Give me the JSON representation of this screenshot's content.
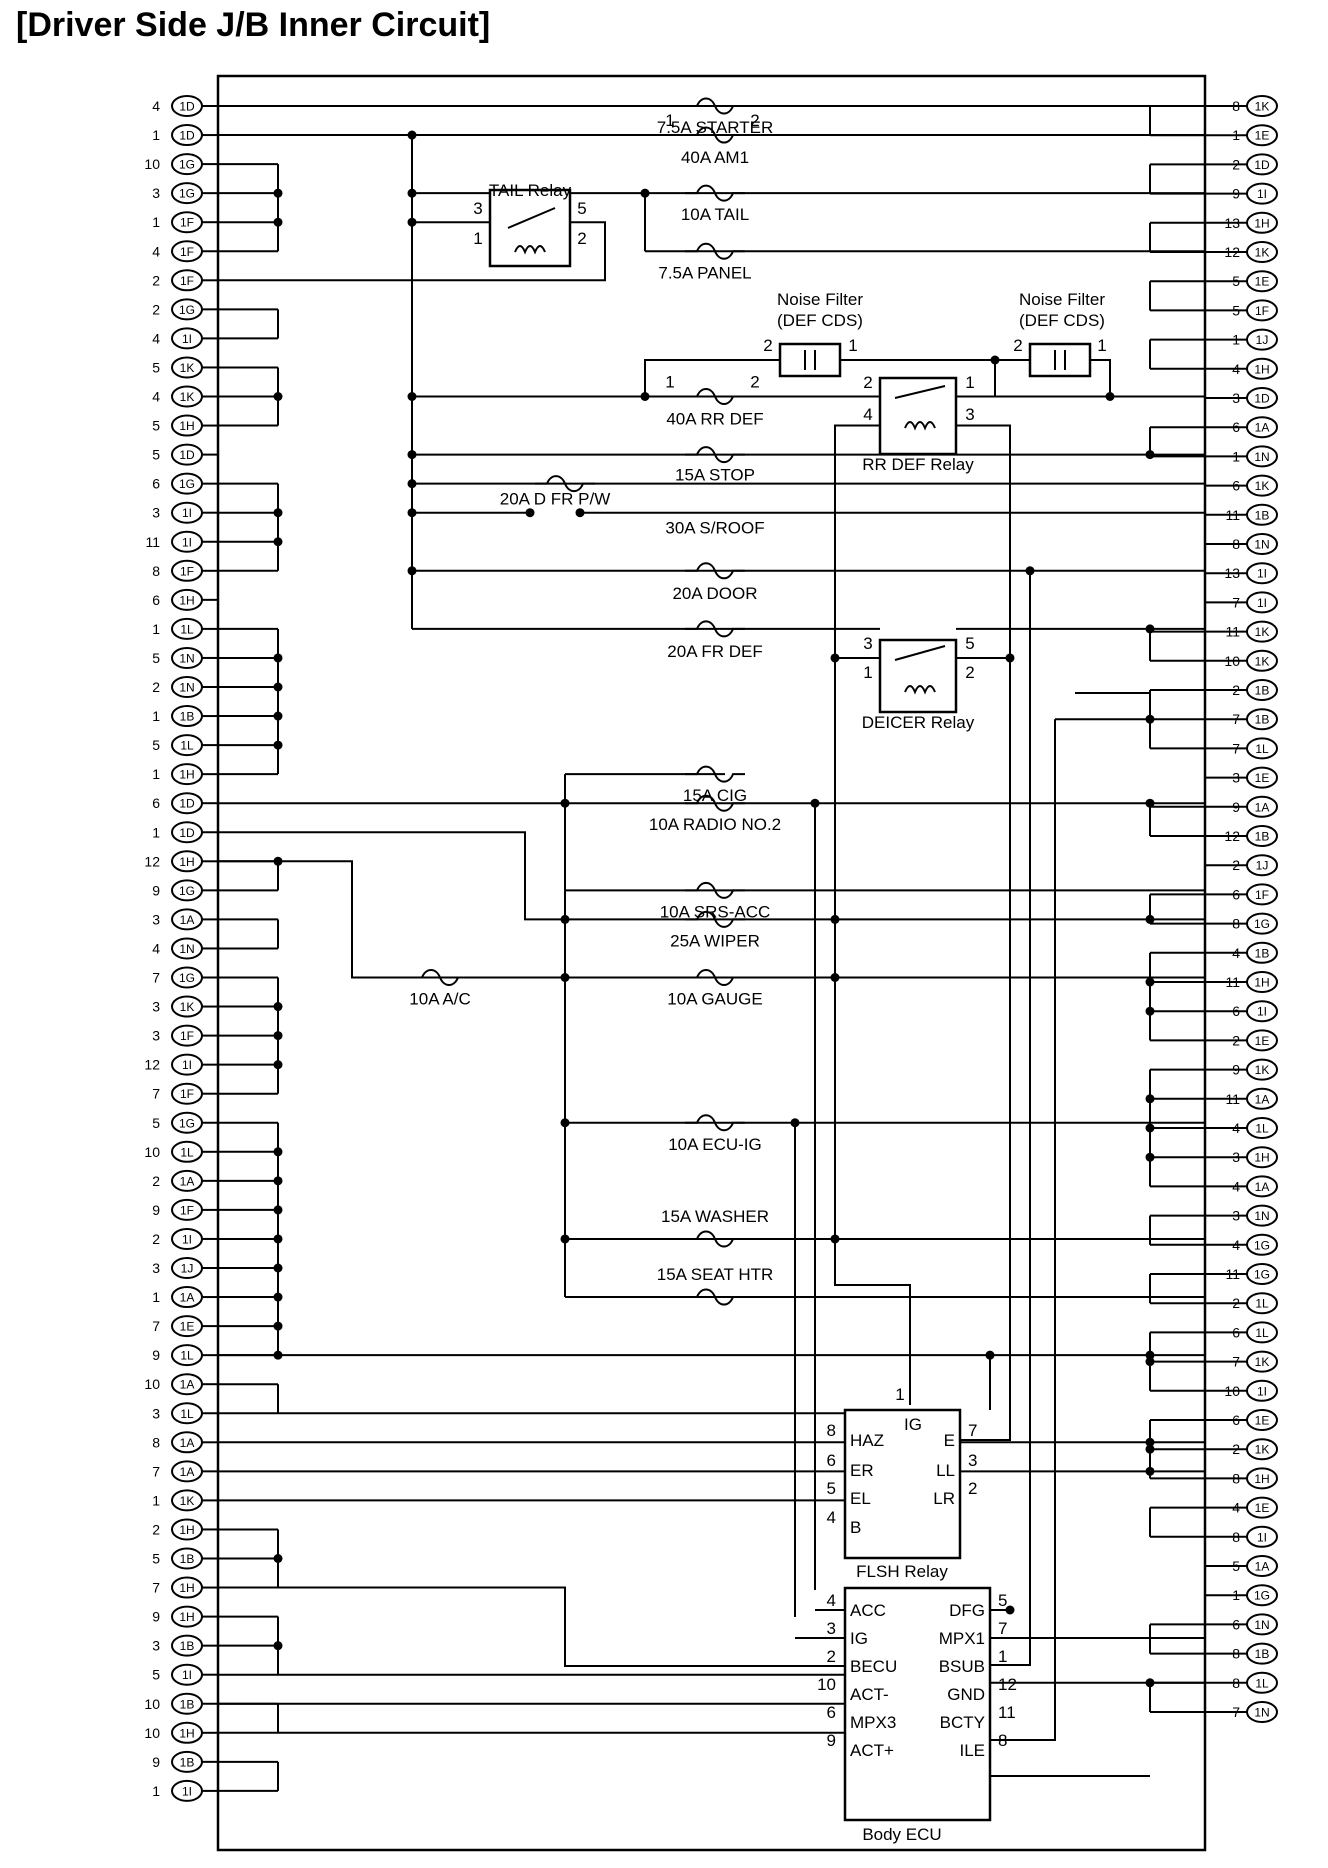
{
  "title": "[Driver Side J/B Inner Circuit]",
  "left_pins": [
    {
      "num": "4",
      "conn": "1D"
    },
    {
      "num": "1",
      "conn": "1D"
    },
    {
      "num": "10",
      "conn": "1G"
    },
    {
      "num": "3",
      "conn": "1G"
    },
    {
      "num": "1",
      "conn": "1F"
    },
    {
      "num": "4",
      "conn": "1F"
    },
    {
      "num": "2",
      "conn": "1F"
    },
    {
      "num": "2",
      "conn": "1G"
    },
    {
      "num": "4",
      "conn": "1I"
    },
    {
      "num": "5",
      "conn": "1K"
    },
    {
      "num": "4",
      "conn": "1K"
    },
    {
      "num": "5",
      "conn": "1H"
    },
    {
      "num": "5",
      "conn": "1D"
    },
    {
      "num": "6",
      "conn": "1G"
    },
    {
      "num": "3",
      "conn": "1I"
    },
    {
      "num": "11",
      "conn": "1I"
    },
    {
      "num": "8",
      "conn": "1F"
    },
    {
      "num": "6",
      "conn": "1H"
    },
    {
      "num": "1",
      "conn": "1L"
    },
    {
      "num": "5",
      "conn": "1N"
    },
    {
      "num": "2",
      "conn": "1N"
    },
    {
      "num": "1",
      "conn": "1B"
    },
    {
      "num": "5",
      "conn": "1L"
    },
    {
      "num": "1",
      "conn": "1H"
    },
    {
      "num": "6",
      "conn": "1D"
    },
    {
      "num": "1",
      "conn": "1D"
    },
    {
      "num": "12",
      "conn": "1H"
    },
    {
      "num": "9",
      "conn": "1G"
    },
    {
      "num": "3",
      "conn": "1A"
    },
    {
      "num": "4",
      "conn": "1N"
    },
    {
      "num": "7",
      "conn": "1G"
    },
    {
      "num": "3",
      "conn": "1K"
    },
    {
      "num": "3",
      "conn": "1F"
    },
    {
      "num": "12",
      "conn": "1I"
    },
    {
      "num": "7",
      "conn": "1F"
    },
    {
      "num": "5",
      "conn": "1G"
    },
    {
      "num": "10",
      "conn": "1L"
    },
    {
      "num": "2",
      "conn": "1A"
    },
    {
      "num": "9",
      "conn": "1F"
    },
    {
      "num": "2",
      "conn": "1I"
    },
    {
      "num": "3",
      "conn": "1J"
    },
    {
      "num": "1",
      "conn": "1A"
    },
    {
      "num": "7",
      "conn": "1E"
    },
    {
      "num": "9",
      "conn": "1L"
    },
    {
      "num": "10",
      "conn": "1A"
    },
    {
      "num": "3",
      "conn": "1L"
    },
    {
      "num": "8",
      "conn": "1A"
    },
    {
      "num": "7",
      "conn": "1A"
    },
    {
      "num": "1",
      "conn": "1K"
    },
    {
      "num": "2",
      "conn": "1H"
    },
    {
      "num": "5",
      "conn": "1B"
    },
    {
      "num": "7",
      "conn": "1H"
    },
    {
      "num": "9",
      "conn": "1H"
    },
    {
      "num": "3",
      "conn": "1B"
    },
    {
      "num": "5",
      "conn": "1I"
    },
    {
      "num": "10",
      "conn": "1B"
    },
    {
      "num": "10",
      "conn": "1H"
    },
    {
      "num": "9",
      "conn": "1B"
    },
    {
      "num": "1",
      "conn": "1I"
    }
  ],
  "right_pins": [
    {
      "num": "8",
      "conn": "1K"
    },
    {
      "num": "1",
      "conn": "1E"
    },
    {
      "num": "2",
      "conn": "1D"
    },
    {
      "num": "9",
      "conn": "1I"
    },
    {
      "num": "13",
      "conn": "1H"
    },
    {
      "num": "12",
      "conn": "1K"
    },
    {
      "num": "5",
      "conn": "1E"
    },
    {
      "num": "5",
      "conn": "1F"
    },
    {
      "num": "1",
      "conn": "1J"
    },
    {
      "num": "4",
      "conn": "1H"
    },
    {
      "num": "3",
      "conn": "1D"
    },
    {
      "num": "6",
      "conn": "1A"
    },
    {
      "num": "1",
      "conn": "1N"
    },
    {
      "num": "6",
      "conn": "1K"
    },
    {
      "num": "11",
      "conn": "1B"
    },
    {
      "num": "8",
      "conn": "1N"
    },
    {
      "num": "13",
      "conn": "1I"
    },
    {
      "num": "7",
      "conn": "1I"
    },
    {
      "num": "11",
      "conn": "1K"
    },
    {
      "num": "10",
      "conn": "1K"
    },
    {
      "num": "2",
      "conn": "1B"
    },
    {
      "num": "7",
      "conn": "1B"
    },
    {
      "num": "7",
      "conn": "1L"
    },
    {
      "num": "3",
      "conn": "1E"
    },
    {
      "num": "9",
      "conn": "1A"
    },
    {
      "num": "12",
      "conn": "1B"
    },
    {
      "num": "2",
      "conn": "1J"
    },
    {
      "num": "6",
      "conn": "1F"
    },
    {
      "num": "8",
      "conn": "1G"
    },
    {
      "num": "4",
      "conn": "1B"
    },
    {
      "num": "11",
      "conn": "1H"
    },
    {
      "num": "6",
      "conn": "1I"
    },
    {
      "num": "2",
      "conn": "1E"
    },
    {
      "num": "9",
      "conn": "1K"
    },
    {
      "num": "11",
      "conn": "1A"
    },
    {
      "num": "4",
      "conn": "1L"
    },
    {
      "num": "3",
      "conn": "1H"
    },
    {
      "num": "4",
      "conn": "1A"
    },
    {
      "num": "3",
      "conn": "1N"
    },
    {
      "num": "4",
      "conn": "1G"
    },
    {
      "num": "11",
      "conn": "1G"
    },
    {
      "num": "2",
      "conn": "1L"
    },
    {
      "num": "6",
      "conn": "1L"
    },
    {
      "num": "7",
      "conn": "1K"
    },
    {
      "num": "10",
      "conn": "1I"
    },
    {
      "num": "6",
      "conn": "1E"
    },
    {
      "num": "2",
      "conn": "1K"
    },
    {
      "num": "8",
      "conn": "1H"
    },
    {
      "num": "4",
      "conn": "1E"
    },
    {
      "num": "8",
      "conn": "1I"
    },
    {
      "num": "5",
      "conn": "1A"
    },
    {
      "num": "1",
      "conn": "1G"
    },
    {
      "num": "6",
      "conn": "1N"
    },
    {
      "num": "8",
      "conn": "1B"
    },
    {
      "num": "8",
      "conn": "1L"
    },
    {
      "num": "7",
      "conn": "1N"
    }
  ],
  "fuses": [
    {
      "label": "7.5A STARTER"
    },
    {
      "label": "40A AM1"
    },
    {
      "label": "10A TAIL"
    },
    {
      "label": "7.5A PANEL"
    },
    {
      "label": "40A RR DEF"
    },
    {
      "label": "15A STOP"
    },
    {
      "label": "20A D FR P/W"
    },
    {
      "label": "30A S/ROOF"
    },
    {
      "label": "20A DOOR"
    },
    {
      "label": "20A FR DEF"
    },
    {
      "label": "15A CIG"
    },
    {
      "label": "10A RADIO NO.2"
    },
    {
      "label": "10A SRS-ACC"
    },
    {
      "label": "25A WIPER"
    },
    {
      "label": "10A A/C"
    },
    {
      "label": "10A GAUGE"
    },
    {
      "label": "10A ECU-IG"
    },
    {
      "label": "15A WASHER"
    },
    {
      "label": "15A SEAT HTR"
    }
  ],
  "fuse_pin_numbers": {
    "am1_left": "1",
    "am1_right": "2",
    "rrdef_left": "1",
    "rrdef_right": "2"
  },
  "relays": {
    "tail": {
      "name": "TAIL Relay",
      "p3": "3",
      "p5": "5",
      "p1": "1",
      "p2": "2"
    },
    "rrdef": {
      "name": "RR DEF Relay",
      "p2": "2",
      "p1": "1",
      "p4": "4",
      "p3": "3"
    },
    "deicer": {
      "name": "DEICER Relay",
      "p3": "3",
      "p5": "5",
      "p1": "1",
      "p2": "2"
    }
  },
  "noise_filters": [
    {
      "line1": "Noise Filter",
      "line2": "(DEF CDS)",
      "p2": "2",
      "p1": "1"
    },
    {
      "line1": "Noise Filter",
      "line2": "(DEF CDS)",
      "p2": "2",
      "p1": "1"
    }
  ],
  "flsh_relay": {
    "name": "FLSH Relay",
    "pins": {
      "ig": "IG",
      "ig_num": "1",
      "haz": "HAZ",
      "haz_num": "8",
      "er": "ER",
      "er_num": "6",
      "el": "EL",
      "el_num": "5",
      "b": "B",
      "b_num": "4",
      "e": "E",
      "e_num": "7",
      "ll": "LL",
      "ll_num": "3",
      "lr": "LR",
      "lr_num": "2"
    }
  },
  "body_ecu": {
    "name": "Body ECU",
    "left": [
      {
        "label": "ACC",
        "num": "4"
      },
      {
        "label": "IG",
        "num": "3"
      },
      {
        "label": "BECU",
        "num": "2"
      },
      {
        "label": "ACT-",
        "num": "10"
      },
      {
        "label": "MPX3",
        "num": "6"
      },
      {
        "label": "ACT+",
        "num": "9"
      }
    ],
    "right": [
      {
        "label": "DFG",
        "num": "5"
      },
      {
        "label": "MPX1",
        "num": "7"
      },
      {
        "label": "BSUB",
        "num": "1"
      },
      {
        "label": "GND",
        "num": "12"
      },
      {
        "label": "BCTY",
        "num": "11"
      },
      {
        "label": "ILE",
        "num": "8"
      }
    ]
  }
}
